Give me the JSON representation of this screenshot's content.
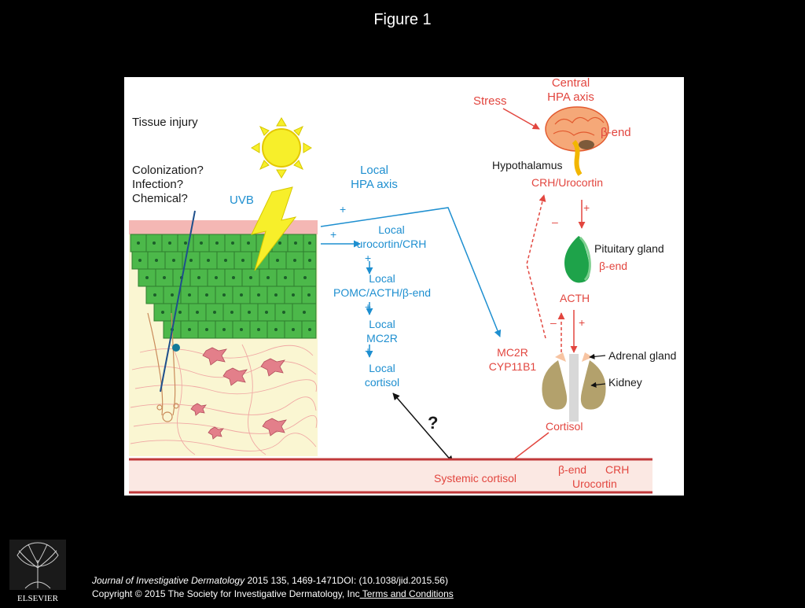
{
  "slide": {
    "title": "Figure 1"
  },
  "figure": {
    "left_panel": {
      "tissue_injury": "Tissue injury",
      "colonization": "Colonization?",
      "infection": "Infection?",
      "chemical": "Chemical?",
      "uvb": "UVB"
    },
    "local_axis": {
      "title_line1": "Local",
      "title_line2": "HPA axis",
      "plus_top": "+",
      "plus_arrow": "+",
      "step1_line1": "Local",
      "step1_line2": "urocortin/CRH",
      "plus1": "+",
      "step2_line1": "Local",
      "step2_line2": "POMC/ACTH/β-end",
      "plus2": "+",
      "step3_line1": "Local",
      "step3_line2": "MC2R",
      "plus3": "+",
      "step4_line1": "Local",
      "step4_line2": "cortisol"
    },
    "central_axis": {
      "stress": "Stress",
      "title_line1": "Central",
      "title_line2": "HPA axis",
      "beta_end_brain": "β-end",
      "hypothalamus": "Hypothalamus",
      "crh_urocortin": "CRH/Urocortin",
      "minus1": "–",
      "plus1": "+",
      "pituitary_gland": "Pituitary gland",
      "beta_end_pituitary": "β-end",
      "acth": "ACTH",
      "minus2": "–",
      "plus2": "+",
      "mc2r": "MC2R",
      "cyp11b1": "CYP11B1",
      "adrenal_gland": "Adrenal gland",
      "kidney": "Kidney",
      "cortisol": "Cortisol"
    },
    "bottom": {
      "question": "?",
      "systemic_cortisol": "Systemic cortisol",
      "beta_end": "β-end",
      "crh": "CRH",
      "urocortin": "Urocortin"
    },
    "colors": {
      "blue": "#1e8fd0",
      "red": "#e2463f",
      "skin_green": "#3fae3f",
      "dermis": "#faf6d2"
    }
  },
  "footer": {
    "publisher": "ELSEVIER",
    "journal": "Journal of Investigative Dermatology",
    "citation": " 2015 135, 1469-1471DOI: (10.1038/jid.2015.56)",
    "copyright": "Copyright © 2015 The Society for Investigative Dermatology, Inc",
    "terms_link": " Terms and Conditions"
  }
}
